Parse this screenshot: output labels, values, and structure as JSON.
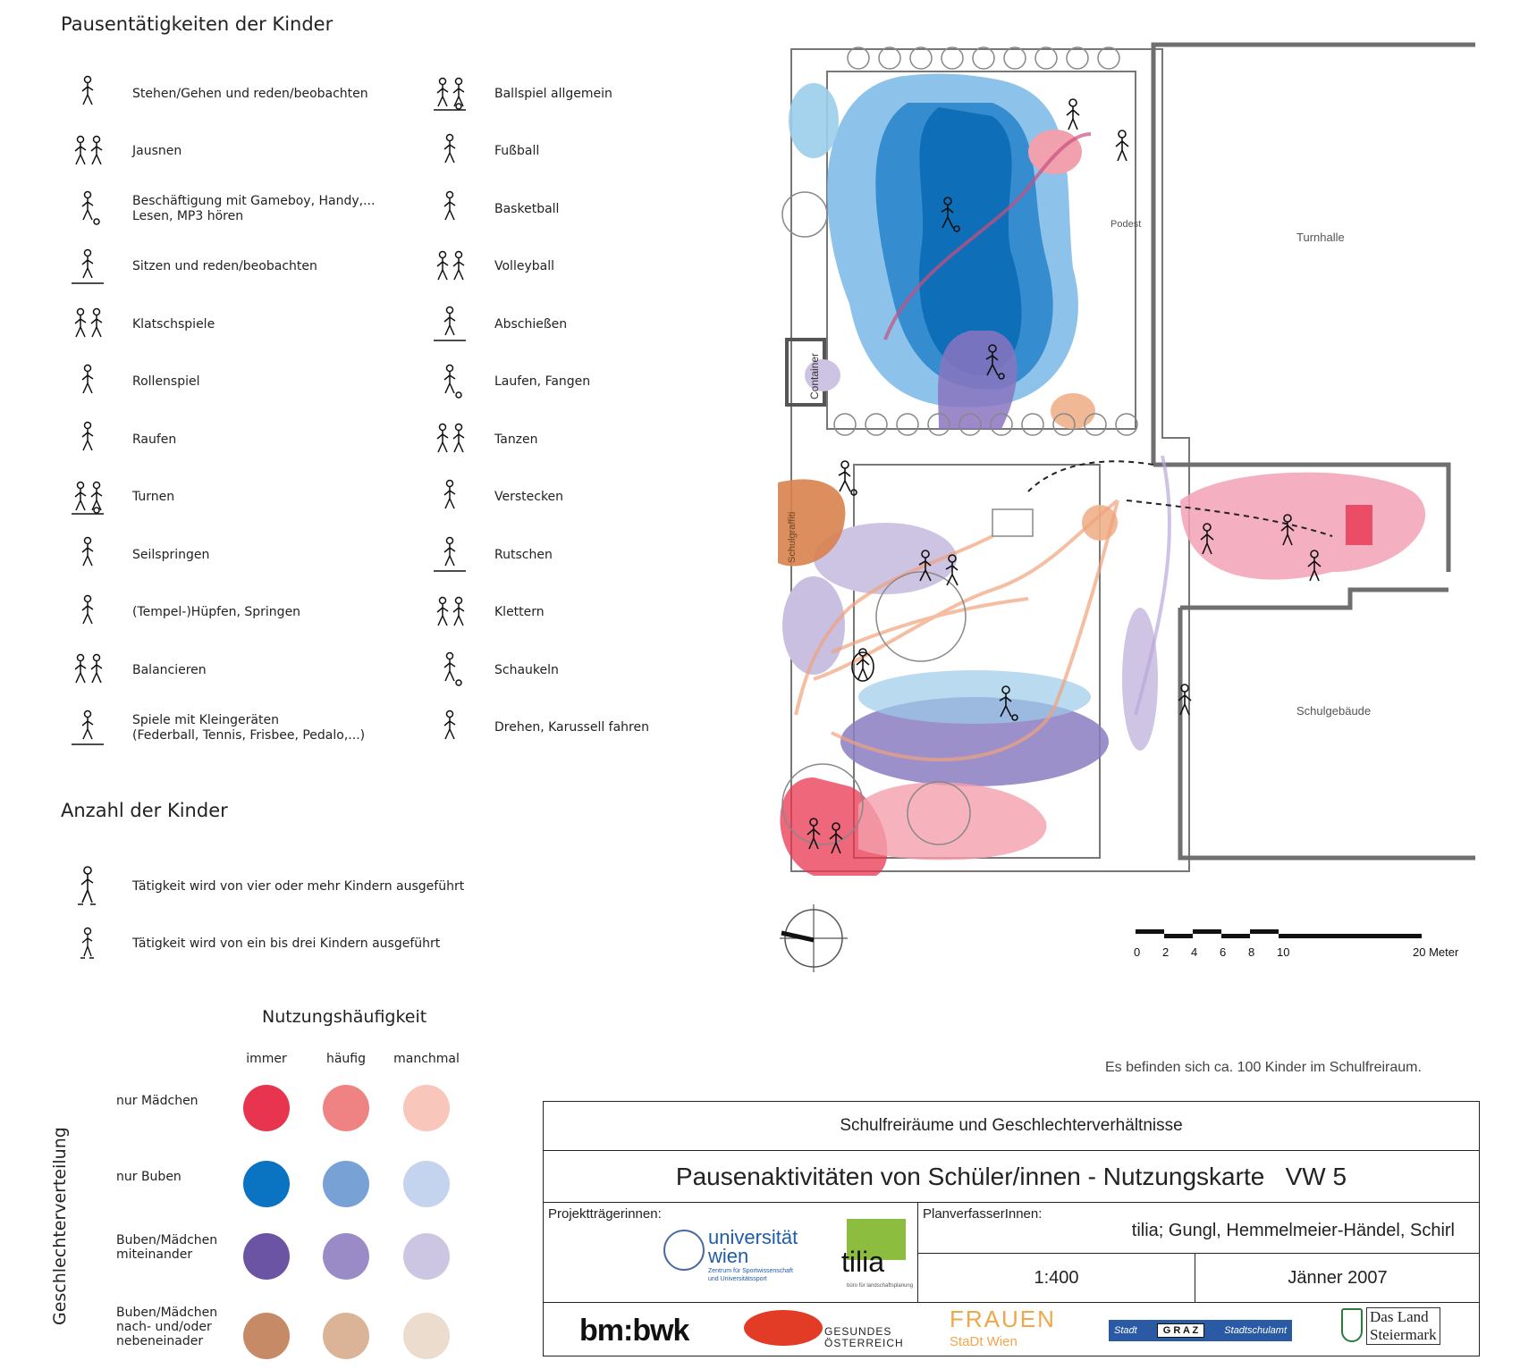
{
  "legend": {
    "title": "Pausentätigkeiten der Kinder",
    "col1": [
      {
        "icon": "standing-figure-icon",
        "label": "Stehen/Gehen und reden/beobachten"
      },
      {
        "icon": "eating-figures-icon",
        "label": "Jausnen"
      },
      {
        "icon": "gameboy-figure-icon",
        "label": "Beschäftigung mit Gameboy, Handy,...\nLesen, MP3 hören"
      },
      {
        "icon": "sitting-figures-icon",
        "label": "Sitzen und reden/beobachten"
      },
      {
        "icon": "clapping-figures-icon",
        "label": "Klatschspiele"
      },
      {
        "icon": "roleplay-figures-icon",
        "label": "Rollenspiel"
      },
      {
        "icon": "wrestling-figures-icon",
        "label": "Raufen"
      },
      {
        "icon": "gymnastics-figure-icon",
        "label": "Turnen"
      },
      {
        "icon": "jump-rope-figure-icon",
        "label": "Seilspringen"
      },
      {
        "icon": "hopping-figure-icon",
        "label": "(Tempel-)Hüpfen, Springen"
      },
      {
        "icon": "balancing-figure-icon",
        "label": "Balancieren"
      },
      {
        "icon": "small-equipment-figure-icon",
        "label": "Spiele mit Kleingeräten\n(Federball, Tennis, Frisbee, Pedalo,...)"
      }
    ],
    "col2": [
      {
        "icon": "ball-game-figure-icon",
        "label": "Ballspiel allgemein"
      },
      {
        "icon": "football-figure-icon",
        "label": "Fußball"
      },
      {
        "icon": "basketball-figure-icon",
        "label": "Basketball"
      },
      {
        "icon": "volleyball-figures-icon",
        "label": "Volleyball"
      },
      {
        "icon": "dodgeball-figures-icon",
        "label": "Abschießen"
      },
      {
        "icon": "running-figures-icon",
        "label": "Laufen, Fangen"
      },
      {
        "icon": "dancing-figures-icon",
        "label": "Tanzen"
      },
      {
        "icon": "hiding-figure-icon",
        "label": "Verstecken"
      },
      {
        "icon": "slide-figure-icon",
        "label": "Rutschen"
      },
      {
        "icon": "climbing-figure-icon",
        "label": "Klettern"
      },
      {
        "icon": "swing-figure-icon",
        "label": "Schaukeln"
      },
      {
        "icon": "carousel-figure-icon",
        "label": "Drehen, Karussell fahren"
      }
    ]
  },
  "count": {
    "title": "Anzahl der Kinder",
    "items": [
      {
        "icon": "large-figure-icon",
        "label": "Tätigkeit wird von vier oder mehr Kindern ausgeführt"
      },
      {
        "icon": "small-figure-icon",
        "label": "Tätigkeit wird von ein bis drei Kindern ausgeführt"
      }
    ]
  },
  "frequency": {
    "title": "Nutzungshäufigkeit",
    "axis_label": "Geschlechterverteilung",
    "columns": [
      "immer",
      "häufig",
      "manchmal"
    ],
    "rows": [
      {
        "label": "nur Mädchen",
        "colors": [
          "#e8344f",
          "#ef8383",
          "#f8c6bb"
        ]
      },
      {
        "label": "nur Buben",
        "colors": [
          "#0a73c2",
          "#78a1d6",
          "#c4d4ee"
        ]
      },
      {
        "label": "Buben/Mädchen\nmiteinander",
        "colors": [
          "#6a54a3",
          "#9a8bc6",
          "#cdc6e2"
        ]
      },
      {
        "label": "Buben/Mädchen\nnach- und/oder\nnebeneinader",
        "colors": [
          "#c68a66",
          "#dbb497",
          "#ecdccd"
        ]
      }
    ]
  },
  "map": {
    "labels": {
      "turnhalle": "Turnhalle",
      "schulgebaeude": "Schulgebäude",
      "container": "Container",
      "podest": "Podest",
      "schulgraffiti": "Schulgraffiti"
    },
    "scale_ticks": [
      "0",
      "2",
      "4",
      "6",
      "8",
      "10",
      "20 Meter"
    ],
    "note": "Es befinden sich ca. 100 Kinder im Schulfreiraum."
  },
  "titleblock": {
    "header": "Schulfreiräume und Geschlechterverhältnisse",
    "title": "Pausenaktivitäten von Schüler/innen - Nutzungskarte   VW 5",
    "projekt_label": "Projektträgerinnen:",
    "plan_label": "PlanverfasserInnen:",
    "authors": "tilia; Gungl, Hemmelmeier-Händel, Schirl",
    "scale": "1:400",
    "date": "Jänner 2007",
    "uni_name": "universität\nwien",
    "uni_sub": "Zentrum für Sportwissenschaft\nund Universitätssport",
    "tilia_name": "tilia",
    "tilia_sub": "büro für landschaftsplanung",
    "sponsors": {
      "bmbwk": "bm:bwk",
      "gesundes": "GESUNDES\nÖSTERREICH",
      "frauen": "FRAUEN",
      "frauen_sub": "StaDt Wien",
      "graz_left": "Stadt",
      "graz_mid": "G R A Z",
      "graz_right": "Stadtschulamt",
      "steiermark": "Das Land\nSteiermark"
    }
  }
}
